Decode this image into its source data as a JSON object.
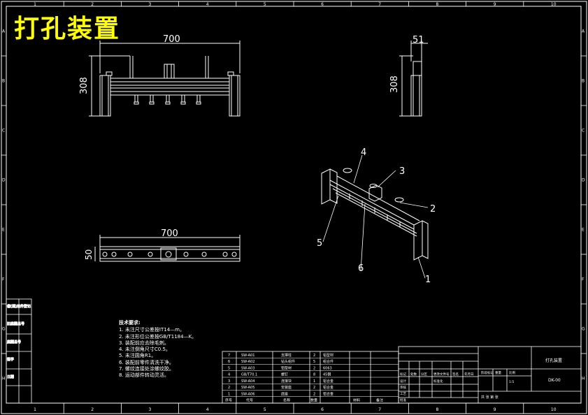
{
  "title": "打孔装置",
  "border": {
    "columns": [
      "1",
      "2",
      "3",
      "4",
      "5",
      "6",
      "7",
      "8",
      "9",
      "10"
    ],
    "rows": [
      "A",
      "B",
      "C",
      "D",
      "E",
      "F",
      "G",
      "H"
    ]
  },
  "dims": {
    "front_width": "700",
    "front_height": "308",
    "side_width": "51",
    "side_height": "308",
    "top_width": "700",
    "top_height": "50"
  },
  "balloons": [
    "1",
    "2",
    "3",
    "4",
    "5",
    "6"
  ],
  "notes": {
    "title": "技术要求:",
    "items": [
      "1. 未注尺寸公差按IT14—m。",
      "2. 未注形位公差按GB/T1184—K。",
      "3. 装配前应去除毛刺。",
      "4. 未注倒角尺寸C0.5。",
      "5. 未注圆角R1。",
      "6. 装配前零件清洗干净。",
      "7. 螺纹连接处涂螺纹胶。",
      "8. 运动部件转动灵活。"
    ]
  },
  "bom": {
    "rows": [
      {
        "no": "7",
        "code": "SW-A01",
        "name": "支撑柱",
        "qty": "2",
        "material": "铝型材"
      },
      {
        "no": "6",
        "code": "SW-A02",
        "name": "钻头组件",
        "qty": "5",
        "material": "组合件"
      },
      {
        "no": "5",
        "code": "SW-A03",
        "name": "铝型材",
        "qty": "2",
        "material": "6063"
      },
      {
        "no": "4",
        "code": "GB/T70.1",
        "name": "螺钉",
        "qty": "8",
        "material": "45钢"
      },
      {
        "no": "3",
        "code": "SW-A04",
        "name": "连接块",
        "qty": "1",
        "material": "铝合金"
      },
      {
        "no": "2",
        "code": "SW-A05",
        "name": "安装座",
        "qty": "2",
        "material": "铝合金"
      },
      {
        "no": "1",
        "code": "SW-A06",
        "name": "底座",
        "qty": "2",
        "material": "铝合金"
      }
    ],
    "header": {
      "no": "序号",
      "code": "代号",
      "name": "名称",
      "qty": "数量",
      "material": "材料",
      "remark": "备注"
    }
  },
  "title_block": {
    "labels": [
      "标记",
      "处数",
      "分区",
      "更改文件号",
      "签名",
      "年月日"
    ],
    "roles": [
      "设计",
      "审核",
      "工艺",
      "批准"
    ],
    "std": "标准化",
    "stage": "阶段标记",
    "weight": "重量",
    "scale": "比例",
    "scale_val": "1:5",
    "drawing_name": "打孔装置",
    "drawing_no": "DK-00",
    "sheet": "共 张  第 张"
  },
  "side_labels": [
    "借(通)用件登记",
    "旧底图总号",
    "底图总号",
    "签字",
    "日期"
  ],
  "colors": {
    "line": "#ffffff",
    "title": "#ffff00",
    "background": "#000000"
  }
}
